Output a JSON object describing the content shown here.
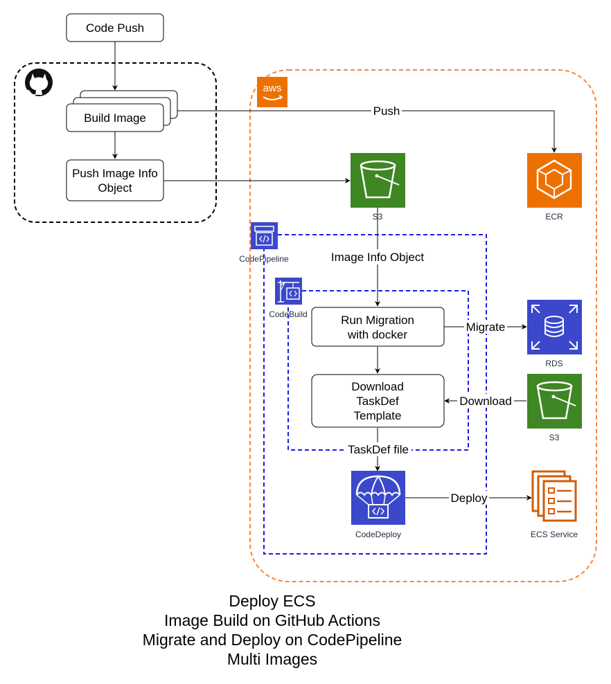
{
  "nodes": {
    "code_push": "Code Push",
    "build_image": "Build Image",
    "push_image_info": [
      "Push Image Info",
      "Object"
    ],
    "run_migration": [
      "Run Migration",
      "with docker"
    ],
    "download_taskdef": [
      "Download",
      "TaskDef",
      "Template"
    ]
  },
  "services": {
    "s3_top": "S3",
    "ecr": "ECR",
    "codepipeline": "CodePipeline",
    "codebuild": "CodeBuild",
    "rds": "RDS",
    "s3_bottom": "S3",
    "codedeploy": "CodeDeploy",
    "ecs_service": "ECS Service"
  },
  "edges": {
    "push": "Push",
    "image_info_object": "Image Info Object",
    "migrate": "Migrate",
    "download": "Download",
    "taskdef_file": "TaskDef file",
    "deploy": "Deploy"
  },
  "badges": {
    "aws": "aws"
  },
  "title": [
    "Deploy ECS",
    "Image Build on GitHub Actions",
    "Migrate and Deploy on CodePipeline",
    "Multi Images"
  ],
  "colors": {
    "aws_group": "#f58536",
    "pipeline_group": "#1a1ae6",
    "s3": "#3f8624",
    "ecr": "#ed7100",
    "database": "#3b48cc",
    "codepipeline": "#3b48cc",
    "ecs_service": "#d45b07"
  },
  "icons": {
    "github": "github-octocat-icon",
    "aws": "aws-logo-icon",
    "s3": "bucket-icon",
    "ecr": "container-registry-icon",
    "rds": "database-icon",
    "codepipeline": "pipeline-icon",
    "codebuild": "build-crane-icon",
    "codedeploy": "parachute-icon",
    "ecs": "service-list-icon"
  }
}
